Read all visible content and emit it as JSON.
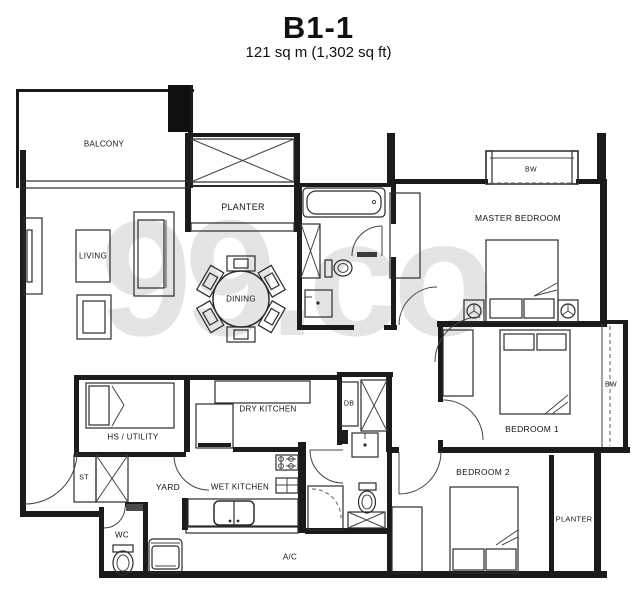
{
  "header": {
    "title": "B1-1",
    "subtitle": "121 sq m (1,302 sq ft)"
  },
  "watermark": {
    "text": "99.co"
  },
  "colors": {
    "background": "#ffffff",
    "walls": "#1b1b1b",
    "lines": "#2b2b2b",
    "watermark": "#e4e4e4",
    "label_text": "#141414"
  },
  "rooms": {
    "balcony": {
      "label": "BALCONY"
    },
    "planter_top": {
      "label": "PLANTER"
    },
    "living": {
      "label": "LIVING"
    },
    "dining": {
      "label": "DINING"
    },
    "bw_master": {
      "label": "BW"
    },
    "master_bedroom": {
      "label": "MASTER BEDROOM"
    },
    "hs_utility": {
      "label": "HS / UTILITY"
    },
    "dry_kitchen": {
      "label": "DRY KITCHEN"
    },
    "db": {
      "label": "DB"
    },
    "st": {
      "label": "ST"
    },
    "yard": {
      "label": "YARD"
    },
    "wet_kitchen": {
      "label": "WET KITCHEN"
    },
    "wc": {
      "label": "WC"
    },
    "ac": {
      "label": "A/C"
    },
    "bedroom1": {
      "label": "BEDROOM 1"
    },
    "bedroom2": {
      "label": "BEDROOM 2"
    },
    "bw_right": {
      "label": "BW"
    },
    "planter_right": {
      "label": "PLANTER"
    }
  }
}
